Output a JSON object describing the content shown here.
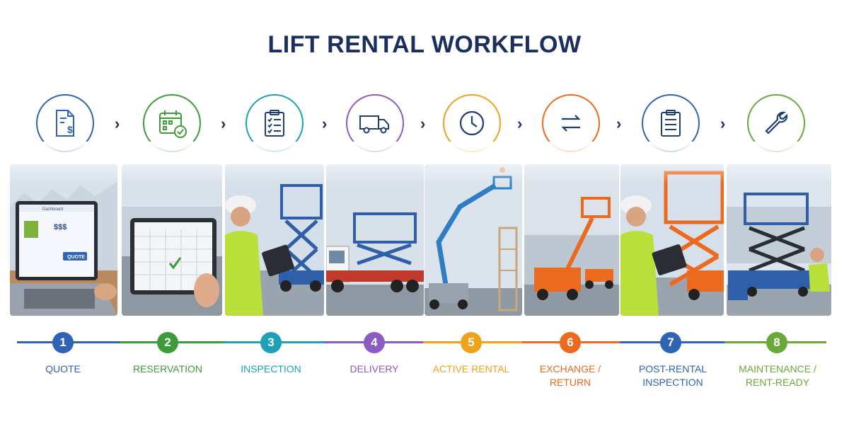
{
  "title": "LIFT RENTAL WORKFLOW",
  "steps": [
    {
      "number": "1",
      "label": "QUOTE",
      "color": "#2f63b4",
      "icon": "quote-document-dollar-icon"
    },
    {
      "number": "2",
      "label": "RESERVATION",
      "color": "#3f9a3a",
      "icon": "calendar-check-icon"
    },
    {
      "number": "3",
      "label": "INSPECTION",
      "color": "#1fa0b8",
      "icon": "clipboard-checklist-icon"
    },
    {
      "number": "4",
      "label": "DELIVERY",
      "color": "#8a5bc2",
      "icon": "truck-icon"
    },
    {
      "number": "5",
      "label": "ACTIVE RENTAL",
      "color": "#f0a21c",
      "icon": "clock-icon"
    },
    {
      "number": "6",
      "label": "EXCHANGE / RETURN",
      "color": "#ec6a1e",
      "icon": "exchange-arrows-icon"
    },
    {
      "number": "7",
      "label": "POST-RENTAL INSPECTION",
      "color": "#2f63b4",
      "icon": "clipboard-list-icon"
    },
    {
      "number": "8",
      "label": "MAINTENANCE / RENT-READY",
      "color": "#6aa83a",
      "icon": "wrench-icon"
    }
  ],
  "quote_screen": {
    "header": "Dashboard",
    "price": "$$$",
    "button": "QUOTE"
  }
}
